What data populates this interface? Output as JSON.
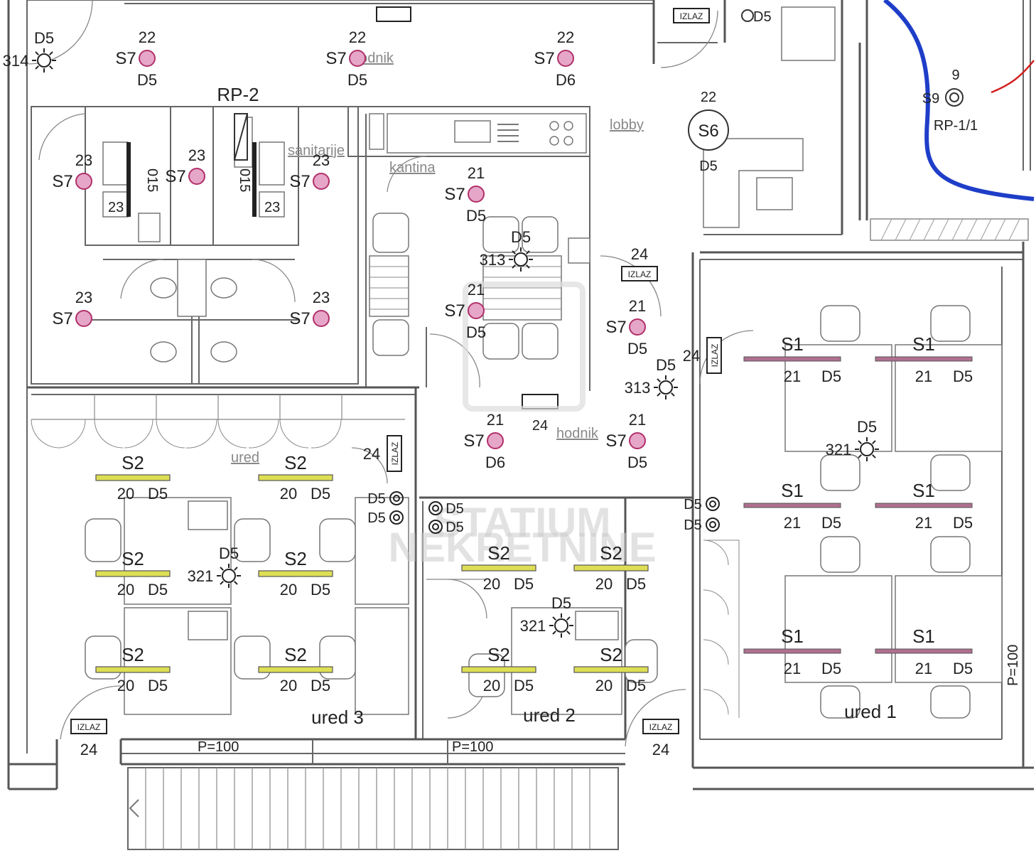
{
  "colors": {
    "socket_fill": "#e6a6c8",
    "socket_stroke": "#b0306a",
    "light_s2": "#dede55",
    "light_s1": "#b07090",
    "cable_blue": "#1e3ec8",
    "cable_red": "#d22020"
  },
  "panels": [
    {
      "label": "RP-2"
    },
    {
      "label": "RP-1/1"
    }
  ],
  "rooms": [
    {
      "label": "hodnik"
    },
    {
      "label": "lobby"
    },
    {
      "label": "kantina"
    },
    {
      "label": "sanitarije"
    },
    {
      "label": "ured"
    },
    {
      "label": "ured 3"
    },
    {
      "label": "ured 2"
    },
    {
      "label": "ured 1"
    },
    {
      "label": "hodnik"
    }
  ],
  "sockets": [
    {
      "type": "S7",
      "circuit": "22",
      "cable": "D5"
    },
    {
      "type": "S7",
      "circuit": "22",
      "cable": "D5"
    },
    {
      "type": "S7",
      "circuit": "22",
      "cable": "D6"
    },
    {
      "type": "S7",
      "circuit": "23",
      "cable": ""
    },
    {
      "type": "S7",
      "circuit": "23",
      "cable": ""
    },
    {
      "type": "S7",
      "circuit": "23",
      "cable": ""
    },
    {
      "type": "S7",
      "circuit": "23",
      "cable": ""
    },
    {
      "type": "S7",
      "circuit": "23",
      "cable": ""
    },
    {
      "type": "S7",
      "circuit": "21",
      "cable": "D5"
    },
    {
      "type": "S7",
      "circuit": "21",
      "cable": "D5"
    },
    {
      "type": "S7",
      "circuit": "21",
      "cable": "D5"
    },
    {
      "type": "S7",
      "circuit": "21",
      "cable": "D6"
    },
    {
      "type": "S7",
      "circuit": "21",
      "cable": "D5"
    }
  ],
  "lights_s2": [
    {
      "type": "S2",
      "circuit": "20",
      "cable": "D5"
    },
    {
      "type": "S2",
      "circuit": "20",
      "cable": "D5"
    },
    {
      "type": "S2",
      "circuit": "20",
      "cable": "D5"
    },
    {
      "type": "S2",
      "circuit": "20",
      "cable": "D5"
    },
    {
      "type": "S2",
      "circuit": "20",
      "cable": "D5"
    },
    {
      "type": "S2",
      "circuit": "20",
      "cable": "D5"
    },
    {
      "type": "S2",
      "circuit": "20",
      "cable": "D5"
    },
    {
      "type": "S2",
      "circuit": "20",
      "cable": "D5"
    },
    {
      "type": "S2",
      "circuit": "20",
      "cable": "D5"
    },
    {
      "type": "S2",
      "circuit": "20",
      "cable": "D5"
    }
  ],
  "lights_s1": [
    {
      "type": "S1",
      "circuit": "21",
      "cable": "D5"
    },
    {
      "type": "S1",
      "circuit": "21",
      "cable": "D5"
    },
    {
      "type": "S1",
      "circuit": "21",
      "cable": "D5"
    },
    {
      "type": "S1",
      "circuit": "21",
      "cable": "D5"
    },
    {
      "type": "S1",
      "circuit": "21",
      "cable": "D5"
    },
    {
      "type": "S1",
      "circuit": "21",
      "cable": "D5"
    }
  ],
  "sun_lights": [
    {
      "code": "314",
      "cable": "D5"
    },
    {
      "code": "313",
      "cable": "D5"
    },
    {
      "code": "313",
      "cable": "D5"
    },
    {
      "code": "321",
      "cable": "D5"
    },
    {
      "code": "321",
      "cable": "D5"
    },
    {
      "code": "321",
      "cable": "D5"
    }
  ],
  "s6": {
    "label": "S6",
    "circuit": "22",
    "cable": "D5"
  },
  "s9": {
    "label": "S9",
    "circuit": "9"
  },
  "izlaz": {
    "label": "IZLAZ",
    "circuit": "24"
  },
  "mirror_circuit": "24",
  "d5_pairs": {
    "label": "D5"
  },
  "d5_top": "D5",
  "parapet": "P=100",
  "wall_vert": "P=100",
  "toilet_code": "015",
  "wc_code": "23",
  "watermark": {
    "line1": "STATIUM",
    "line2": "NEKRETNINE"
  }
}
